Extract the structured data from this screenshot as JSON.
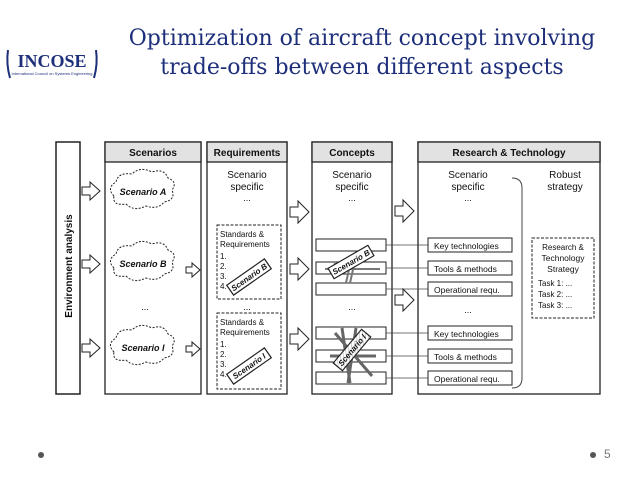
{
  "slide": {
    "title_line1": "Optimization of aircraft concept involving",
    "title_line2": "trade-offs between different aspects",
    "logo_text": "INCOSE",
    "logo_subtext": "International Council on Systems Engineering",
    "page_number": "5"
  },
  "diagram": {
    "environment_label": "Environment analysis",
    "columns": {
      "scenarios": "Scenarios",
      "requirements": "Requirements",
      "concepts": "Concepts",
      "research": "Research & Technology"
    },
    "scenarios": {
      "a": "Scenario A",
      "b": "Scenario B",
      "i": "Scenario I",
      "ellipsis": "..."
    },
    "scenario_specific_1": "Scenario",
    "scenario_specific_2": "specific",
    "ellipsis": "...",
    "robust_1": "Robust",
    "robust_2": "strategy",
    "standards_1": "Standards &",
    "standards_2": "Requirements",
    "list_items": [
      "1.",
      "2.",
      "3.",
      "4."
    ],
    "stamp_b": "Scenario B",
    "stamp_i": "Scenario I",
    "tech_boxes": [
      "Key technologies",
      "Tools & methods",
      "Operational requ."
    ],
    "strategy": {
      "line1": "Research &",
      "line2": "Technology",
      "line3": "Strategy",
      "tasks": [
        "Task 1: ...",
        "Task 2: ...",
        "Task 3: ..."
      ]
    }
  }
}
